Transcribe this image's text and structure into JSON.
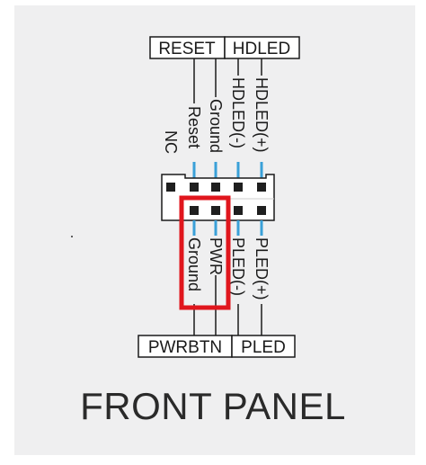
{
  "title": "FRONT PANEL",
  "top_groups": [
    {
      "id": "reset",
      "label": "RESET"
    },
    {
      "id": "hdled",
      "label": "HDLED"
    }
  ],
  "bottom_groups": [
    {
      "id": "pwrbtn",
      "label": "PWRBTN"
    },
    {
      "id": "pled",
      "label": "PLED"
    }
  ],
  "top_pins": [
    {
      "id": "nc",
      "label": "NC"
    },
    {
      "id": "reset",
      "label": "Reset"
    },
    {
      "id": "ground-top",
      "label": "Ground"
    },
    {
      "id": "hdled-neg",
      "label": "HDLED(-)"
    },
    {
      "id": "hdled-pos",
      "label": "HDLED(+)"
    }
  ],
  "bottom_pins": [
    {
      "id": "ground-bottom",
      "label": "Ground"
    },
    {
      "id": "pwr",
      "label": "PWR"
    },
    {
      "id": "pled-neg",
      "label": "PLED(-)"
    },
    {
      "id": "pled-pos",
      "label": "PLED(+)"
    }
  ],
  "colors": {
    "pin": "#1f1f1f",
    "pin_lead": "#3aa0d8",
    "highlight": "#e0161d",
    "line": "#1a1a1a"
  }
}
